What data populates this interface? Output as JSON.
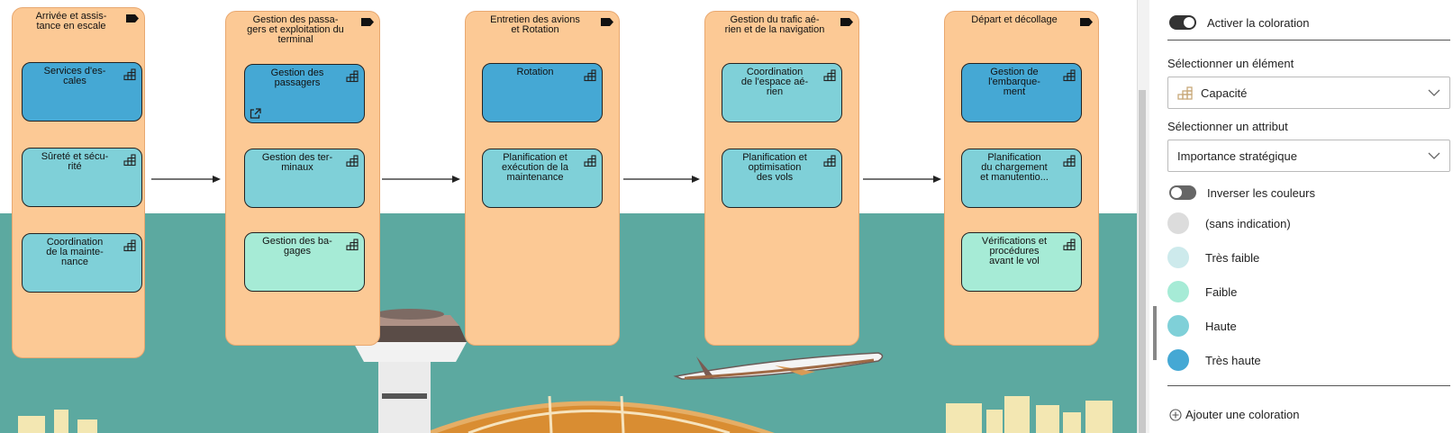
{
  "columns": [
    {
      "title": "Arrivée et assis-\ntance en escale",
      "caps": [
        {
          "label": "Services d'es-\ncales",
          "color": "#45a8d4"
        },
        {
          "label": "Sûreté et sécu-\nrité",
          "color": "#7fd0d8"
        },
        {
          "label": "Coordination\nde la mainte-\nnance",
          "color": "#7fd0d8"
        }
      ]
    },
    {
      "title": "Gestion des passa-\ngers et exploitation du\nterminal",
      "caps": [
        {
          "label": "Gestion des\npassagers",
          "color": "#45a8d4",
          "link": true
        },
        {
          "label": "Gestion des ter-\nminaux",
          "color": "#7fd0d8"
        },
        {
          "label": "Gestion des ba-\ngages",
          "color": "#a6ebd6"
        }
      ]
    },
    {
      "title": "Entretien des avions\net Rotation",
      "caps": [
        {
          "label": "Rotation",
          "color": "#45a8d4"
        },
        {
          "label": "Planification et\nexécution de la\nmaintenance",
          "color": "#7fd0d8"
        }
      ]
    },
    {
      "title": "Gestion du trafic aé-\nrien et de la navigation",
      "caps": [
        {
          "label": "Coordination\nde l'espace aé-\nrien",
          "color": "#7fd0d8"
        },
        {
          "label": "Planification et\noptimisation\ndes vols",
          "color": "#7fd0d8"
        }
      ]
    },
    {
      "title": "Départ et décollage",
      "caps": [
        {
          "label": "Gestion de\nl'embarque-\nment",
          "color": "#45a8d4"
        },
        {
          "label": "Planification\ndu chargement\net manutentio...",
          "color": "#7fd0d8"
        },
        {
          "label": "Vérifications et\nprocédures\navant le vol",
          "color": "#a6ebd6"
        }
      ]
    }
  ],
  "panel": {
    "enable_label": "Activer la coloration",
    "element_label": "Sélectionner un élément",
    "element_value": "Capacité",
    "attribute_label": "Sélectionner un attribut",
    "attribute_value": "Importance stratégique",
    "invert_label": "Inverser les couleurs",
    "legend": [
      {
        "label": "(sans indication)",
        "color": "#dcdcdc"
      },
      {
        "label": "Très faible",
        "color": "#cdeaec"
      },
      {
        "label": "Faible",
        "color": "#a6ebd6"
      },
      {
        "label": "Haute",
        "color": "#7fd0d8"
      },
      {
        "label": "Très haute",
        "color": "#45a8d4"
      }
    ],
    "add_label": "Ajouter une coloration"
  }
}
